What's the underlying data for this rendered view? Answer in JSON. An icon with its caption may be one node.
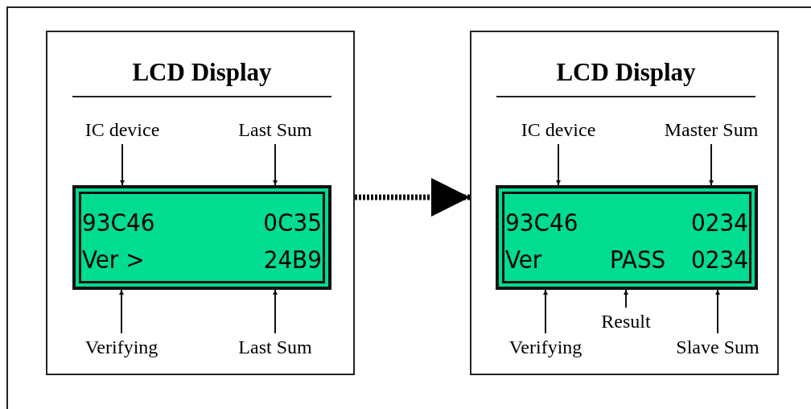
{
  "diagram": {
    "nodes": [
      {
        "text": [
          "LCD Display"
        ]
      },
      {
        "text": [
          "IC device"
        ],
        "in": 0
      },
      {
        "text": [
          "Last Sum"
        ],
        "in": 0
      },
      {
        "text": [
          "93C46",
          "0C35",
          "Ver >",
          "24B9"
        ],
        "in": 0
      },
      {
        "text": [
          "Verifying"
        ],
        "in": 0
      },
      {
        "text": [
          "Last Sum"
        ],
        "in": 0
      },
      {
        "text": [
          "LCD Display"
        ]
      },
      {
        "text": [
          "IC device"
        ],
        "in": 6
      },
      {
        "text": [
          "Master Sum"
        ],
        "in": 6
      },
      {
        "text": [
          "93C46",
          "0234",
          "Ver",
          "PASS",
          "0234"
        ],
        "in": 6
      },
      {
        "text": [
          "Verifying"
        ],
        "in": 6
      },
      {
        "text": [
          "Result"
        ],
        "in": 6
      },
      {
        "text": [
          "Slave Sum"
        ],
        "in": 6
      }
    ],
    "edges": [
      {
        "from": 1,
        "to": 3,
        "arrow": "to"
      },
      {
        "from": 2,
        "to": 3,
        "arrow": "to"
      },
      {
        "from": 4,
        "to": 3,
        "arrow": "to"
      },
      {
        "from": 5,
        "to": 3,
        "arrow": "to"
      },
      {
        "from": 0,
        "to": 6,
        "arrow": "to",
        "style": "dashed"
      },
      {
        "from": 7,
        "to": 9,
        "arrow": "to"
      },
      {
        "from": 8,
        "to": 9,
        "arrow": "to"
      },
      {
        "from": 10,
        "to": 9,
        "arrow": "to"
      },
      {
        "from": 11,
        "to": 9,
        "arrow": "to"
      },
      {
        "from": 12,
        "to": 9,
        "arrow": "to"
      }
    ]
  }
}
